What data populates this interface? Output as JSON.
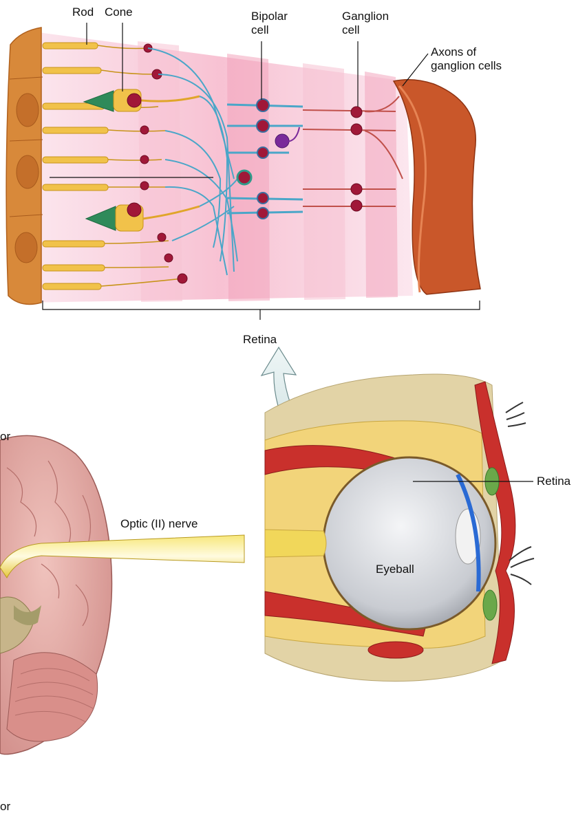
{
  "labels": {
    "rod": "Rod",
    "cone": "Cone",
    "bipolar_cell": "Bipolar\ncell",
    "ganglion_cell": "Ganglion\ncell",
    "axons_of_ganglion_cells": "Axons of\nganglion cells",
    "retina_bracket": "Retina",
    "retina_side": "Retina",
    "optic_nerve": "Optic (II) nerve",
    "eyeball": "Eyeball",
    "cut_top": "or",
    "cut_bottom": "or"
  },
  "colors": {
    "pigment": "#d8893a",
    "rod_cone": "#f1c24a",
    "cell_body": "#a01838",
    "nerve_fiber": "#4aa6c8",
    "retina_band": "#f3a5bd",
    "muscle": "#c9302c",
    "fat": "#f2d47a",
    "bone": "#e2d3a6",
    "brain": "#e3a7a2"
  }
}
